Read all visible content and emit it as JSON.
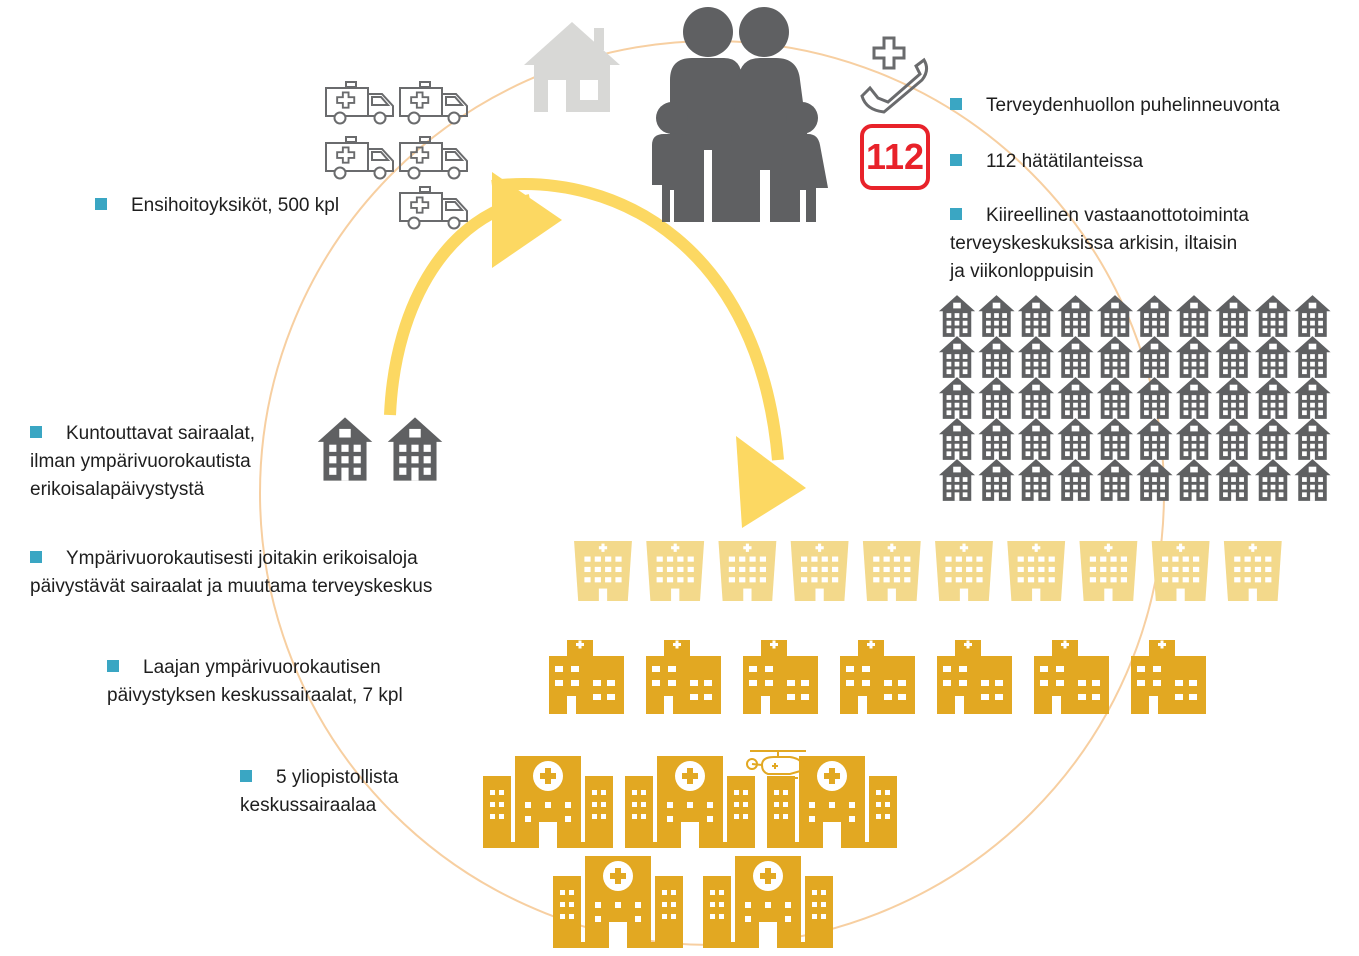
{
  "labels": {
    "phone_advice": "Terveydenhuollon puhelinneuvonta",
    "emergency_112": "112 hätätilanteissa",
    "urgent_reception": [
      "Kiireellinen vastaanottotoiminta",
      "terveyskeskuksissa arkisin, iltaisin",
      "ja viikonloppuisin"
    ],
    "ambulances": "Ensihoitoyksiköt, 500  kpl",
    "rehab_hospitals": [
      "Kuntouttavat sairaalat,",
      "ilman ympärivuorokautista",
      "erikoisalapäivystystä"
    ],
    "some_specialties": [
      "Ympärivuorokautisesti joitakin erikoisaloja",
      "päivystävät  sairaalat ja muutama terveyskeskus"
    ],
    "central_hospitals": [
      "Laajan ympärivuorokautisen",
      "päivystyksen keskussairaalat, 7 kpl"
    ],
    "university_hospitals": [
      "5 yliopistollista",
      "keskussairaalaa"
    ]
  },
  "badge": {
    "text": "112"
  },
  "icons": {
    "house": "house-icon",
    "family": "family-icon",
    "phone": "medical-phone-icon",
    "ambulance": "ambulance-icon",
    "health_center": "health-center-icon",
    "rehab_hospital": "rehab-hospital-icon",
    "small_hospital": "small-hospital-icon",
    "central_hospital": "central-hospital-icon",
    "university_hospital": "university-hospital-icon",
    "helicopter": "helicopter-icon"
  },
  "counts": {
    "ambulance_icons": 5,
    "health_center_icons": 50,
    "rehab_hospital_icons": 2,
    "small_hospital_icons": 10,
    "central_hospital_icons": 7,
    "university_hospital_icons": 5
  },
  "colors": {
    "bullet": "#3aa6c3",
    "gray_icon": "#5f6062",
    "light_gray": "#d8d8d6",
    "gold": "#e2a822",
    "light_gold": "#f3d98b",
    "arrow_yellow": "#fcd862",
    "circle": "#f7cfa1",
    "red": "#e8222a"
  }
}
